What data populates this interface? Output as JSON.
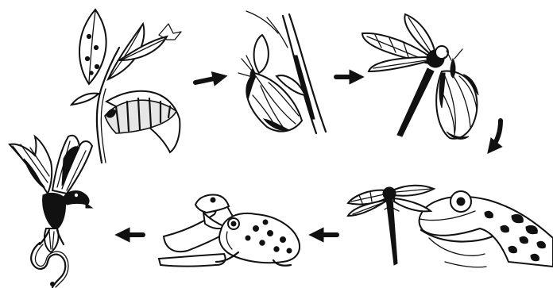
{
  "diagram": {
    "organisms": [
      {
        "id": "milkweed-caterpillar",
        "icon": "caterpillar-on-milkweed-icon"
      },
      {
        "id": "monarch-chrysalis",
        "icon": "emerging-butterfly-icon"
      },
      {
        "id": "dragonfly-butterfly",
        "icon": "dragonfly-eating-butterfly-icon"
      },
      {
        "id": "frog-dragonfly",
        "icon": "frog-eating-dragonfly-icon"
      },
      {
        "id": "snake-frog",
        "icon": "snake-eating-frog-icon"
      },
      {
        "id": "hawk-snake",
        "icon": "hawk-carrying-snake-icon"
      }
    ],
    "arrows": [
      {
        "from": "milkweed-caterpillar",
        "to": "monarch-chrysalis",
        "direction": "right"
      },
      {
        "from": "monarch-chrysalis",
        "to": "dragonfly-butterfly",
        "direction": "right"
      },
      {
        "from": "dragonfly-butterfly",
        "to": "frog-dragonfly",
        "direction": "down-left"
      },
      {
        "from": "frog-dragonfly",
        "to": "snake-frog",
        "direction": "left"
      },
      {
        "from": "snake-frog",
        "to": "hawk-snake",
        "direction": "left"
      }
    ],
    "colors": {
      "ink": "#111111",
      "background": "#ffffff"
    }
  }
}
